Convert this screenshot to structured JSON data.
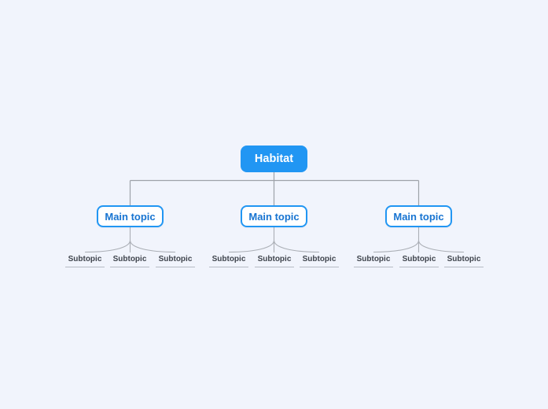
{
  "canvas": {
    "background_color": "#F1F4FC"
  },
  "mindmap": {
    "root": {
      "label": "Habitat"
    },
    "main_topics": [
      {
        "label": "Main topic",
        "subtopics": [
          {
            "label": "Subtopic"
          },
          {
            "label": "Subtopic"
          },
          {
            "label": "Subtopic"
          }
        ]
      },
      {
        "label": "Main topic",
        "subtopics": [
          {
            "label": "Subtopic"
          },
          {
            "label": "Subtopic"
          },
          {
            "label": "Subtopic"
          }
        ]
      },
      {
        "label": "Main topic",
        "subtopics": [
          {
            "label": "Subtopic"
          },
          {
            "label": "Subtopic"
          },
          {
            "label": "Subtopic"
          }
        ]
      }
    ],
    "colors": {
      "root_node_fill": "#2196F3",
      "root_node_text": "#FFFFFF",
      "main_topic_border": "#2196F3",
      "main_topic_text": "#1774D1",
      "main_topic_fill": "#FFFFFF",
      "connector_line": "#9EA2A9",
      "branch_curve": "#ABAFB6",
      "subtopic_text": "#3F444D",
      "subtopic_underline": "#B6BBC4",
      "background": "#F1F4FC"
    }
  }
}
